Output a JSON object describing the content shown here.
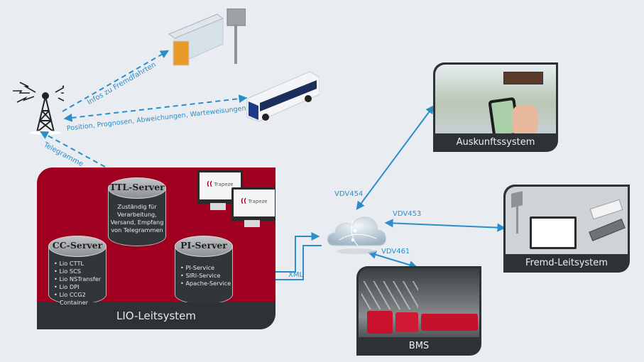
{
  "edges": {
    "infos_fremdfahrten": "Infos zu Fremdfahrten",
    "position": "Position,  Prognosen,  Abweichungen,  Warteweisungen",
    "telegramme": "Telegramme",
    "vdv454": "VDV454",
    "vdv453": "VDV453",
    "vdv461": "VDV461",
    "xml": "XML"
  },
  "lio": {
    "title": "LIO-Leitsystem",
    "ttl_server": {
      "title": "TTL-Server",
      "description": [
        "Zuständig für",
        "Verarbeitung,",
        "Versand, Empfang",
        "von Telegrammen"
      ]
    },
    "cc_server": {
      "title": "CC-Server",
      "items": [
        "Lio CTTL",
        "Lio SCS",
        "Lio NSTransfer",
        "Lio DPI",
        "Lio CCG2",
        "Container"
      ]
    },
    "pi_server": {
      "title": "PI-Server",
      "items": [
        "PI-Service",
        "SIRI-Service",
        "Apache-Service"
      ]
    },
    "monitor_logo": "Trapeze"
  },
  "systems": {
    "auskunft": "Auskunftssystem",
    "fremd": "Fremd-Leitsystem",
    "bms": "BMS"
  },
  "colors": {
    "arrow": "#2a8fc9",
    "lio_red": "#a0001f",
    "dark": "#2c3236",
    "background": "#e9ecf0"
  }
}
